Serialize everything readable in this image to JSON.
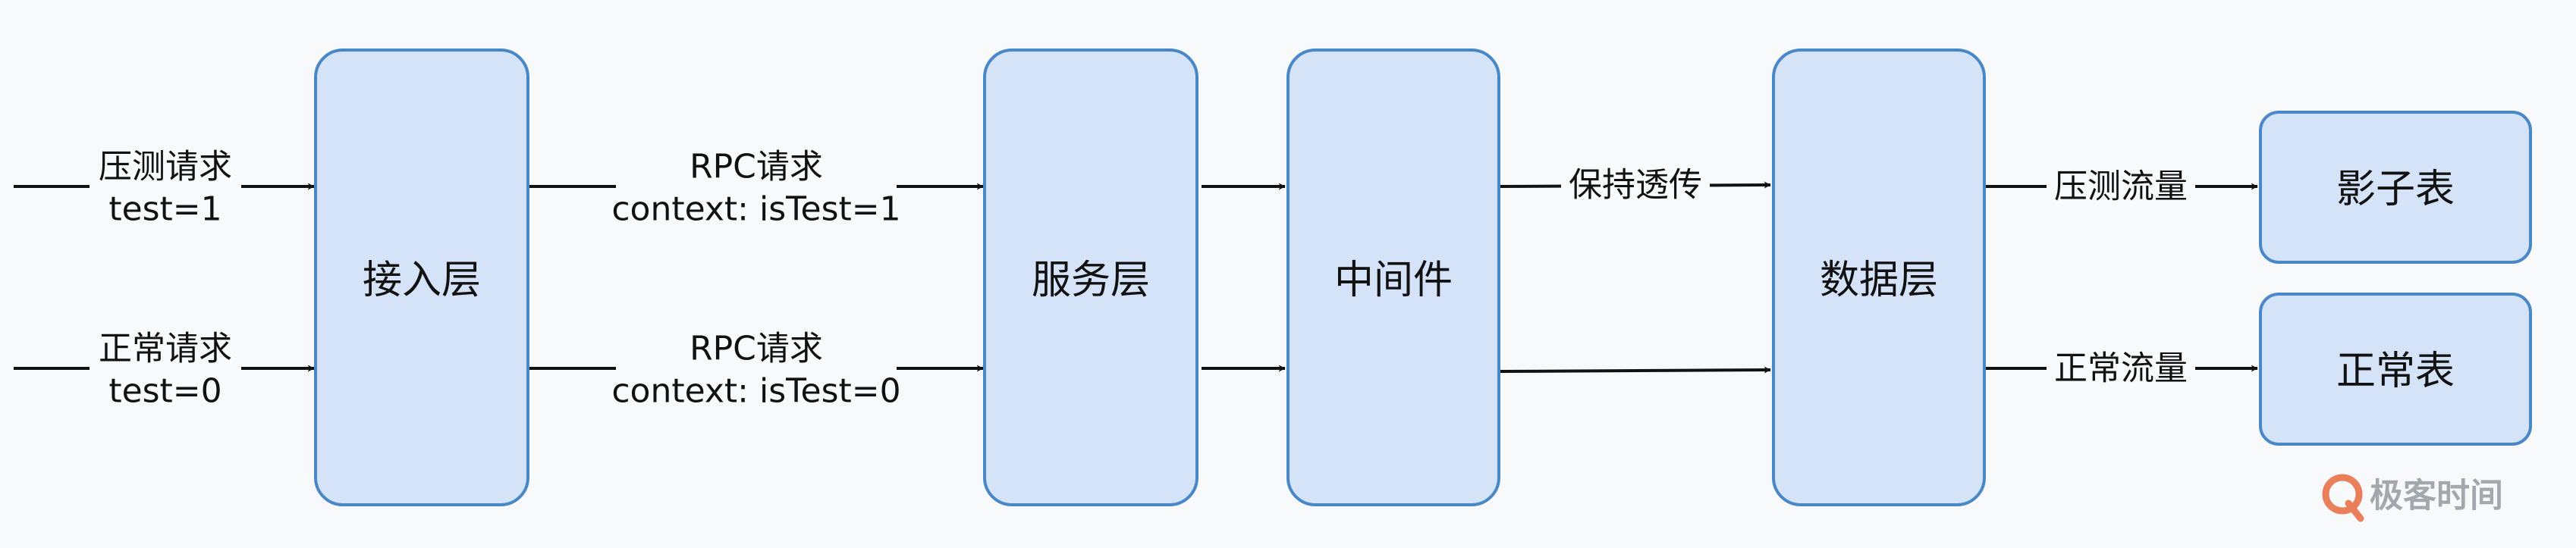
{
  "nodes": {
    "access_layer": "接入层",
    "service_layer": "服务层",
    "middleware": "中间件",
    "data_layer": "数据层",
    "shadow_table": "影子表",
    "normal_table": "正常表"
  },
  "edges": {
    "stress_request": {
      "line1": "压测请求",
      "line2": "test=1"
    },
    "normal_request": {
      "line1": "正常请求",
      "line2": "test=0"
    },
    "rpc_stress": {
      "line1": "RPC请求",
      "line2": "context: isTest=1"
    },
    "rpc_normal": {
      "line1": "RPC请求",
      "line2": "context: isTest=0"
    },
    "keep_passthrough": "保持透传",
    "stress_traffic": "压测流量",
    "normal_traffic": "正常流量"
  },
  "watermark": {
    "text": "极客时间",
    "icon": "geektime-logo-icon"
  },
  "colors": {
    "node_fill": "#d4e3f7",
    "node_stroke": "#4a87c7",
    "line": "#111111",
    "watermark": "#9aa0a6",
    "watermark_logo": "#e8734a"
  }
}
